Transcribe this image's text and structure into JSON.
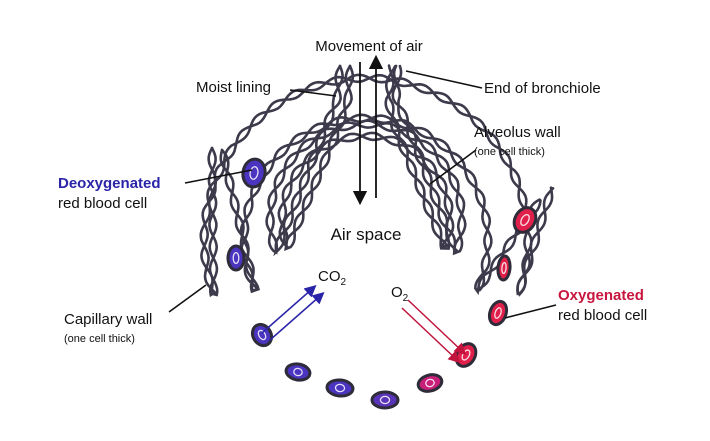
{
  "labels": {
    "movement_of_air": "Movement of air",
    "moist_lining": "Moist lining",
    "end_of_bronchiole": "End of bronchiole",
    "alveolus_wall": "Alveolus wall",
    "alveolus_wall_note": "(one cell thick)",
    "deoxygenated": "Deoxygenated",
    "deoxygenated_sub": "red blood cell",
    "air_space": "Air space",
    "co2": "CO",
    "co2_sub": "2",
    "o2": "O",
    "o2_sub": "2",
    "oxygenated": "Oxygenated",
    "oxygenated_sub": "red blood cell",
    "capillary_wall": "Capillary wall",
    "capillary_wall_note": "(one cell thick)"
  },
  "colors": {
    "deoxygenated_text": "#2a25a8",
    "oxygenated_text": "#c8163e",
    "wall": "#3d3a4b",
    "co2_arrow": "#2a25a8",
    "o2_arrow": "#c0143c",
    "cell_deoxygenated": "#4a34c0",
    "cell_oxygenated": "#e0204a"
  }
}
